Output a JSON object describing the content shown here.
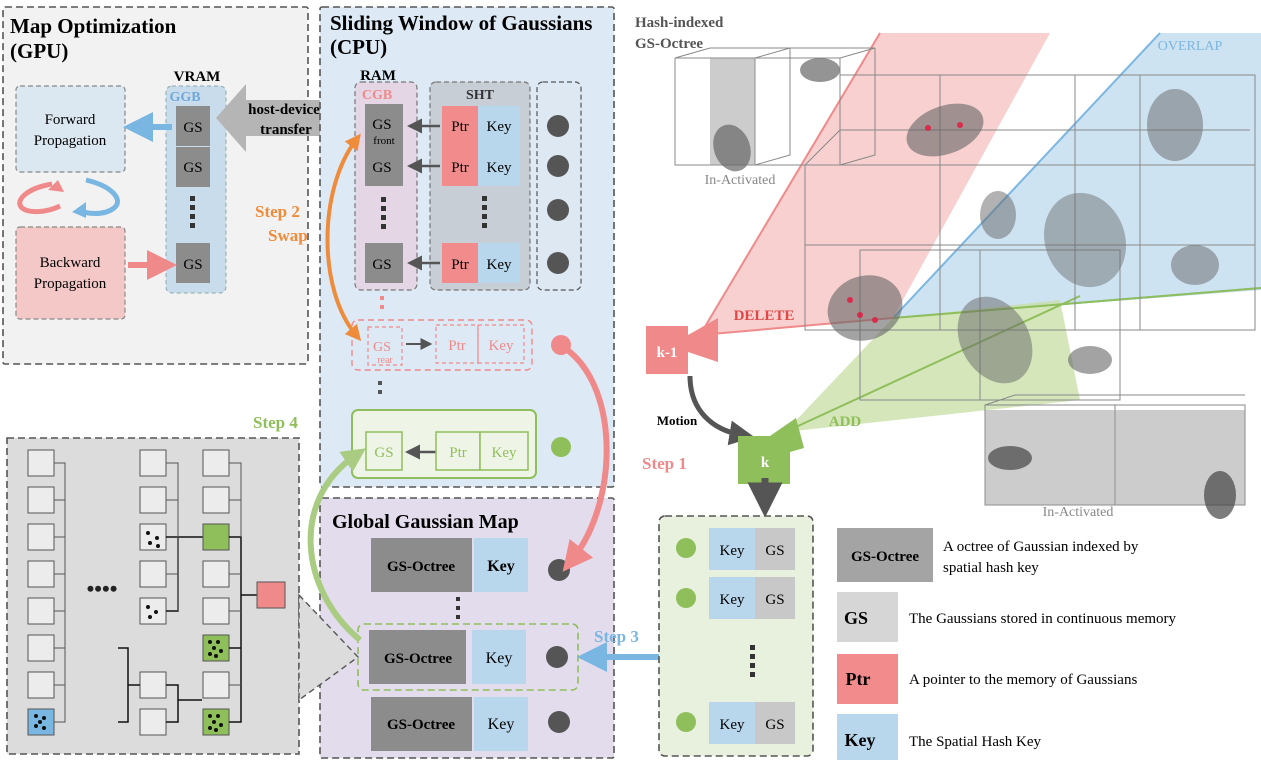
{
  "map_opt": {
    "title_line1": "Map Optimization",
    "title_line2": "(GPU)",
    "vram": "VRAM",
    "ggb": "GGB",
    "forward_line1": "Forward",
    "forward_line2": "Propagation",
    "backward_line1": "Backward",
    "backward_line2": "Propagation",
    "gs": "GS"
  },
  "host_transfer": {
    "line1": "host-device",
    "line2": "transfer"
  },
  "sliding": {
    "title_line1": "Sliding Window of Gaussians",
    "title_line2": "(CPU)",
    "ram": "RAM",
    "cgb": "CGB",
    "sht": "SHT",
    "gs": "GS",
    "gs_front_sub": "front",
    "gs_rear_sub": "rear",
    "ptr": "Ptr",
    "key": "Key"
  },
  "steps": {
    "step1": "Step 1",
    "step2_line1": "Step 2",
    "step2_line2": "Swap",
    "step3": "Step 3",
    "step4": "Step 4"
  },
  "global_map": {
    "title": "Global Gaussian Map",
    "octree": "GS-Octree",
    "key": "Key"
  },
  "octree_view": {
    "title_line1": "Hash-indexed",
    "title_line2": "GS-Octree",
    "overlap": "OVERLAP",
    "inactivated": "In-Activated",
    "delete": "DELETE",
    "add": "ADD",
    "motion": "Motion",
    "frame_prev": "k-1",
    "frame_cur": "k"
  },
  "new_list": {
    "key": "Key",
    "gs": "GS"
  },
  "legend": [
    {
      "symbol": "GS-Octree",
      "desc_line1": "A octree of Gaussian indexed by",
      "desc_line2": "spatial hash key",
      "color": "#a4a4a4"
    },
    {
      "symbol": "GS",
      "desc_line1": "The Gaussians stored in continuous memory",
      "desc_line2": "",
      "color": "#d6d6d6"
    },
    {
      "symbol": "Ptr",
      "desc_line1": "A pointer to the memory of Gaussians",
      "desc_line2": "",
      "color": "#f28b8b"
    },
    {
      "symbol": "Key",
      "desc_line1": "The Spatial Hash Key",
      "desc_line2": "",
      "color": "#b9d7ec"
    }
  ],
  "tree_dots": "••••",
  "colors": {
    "blue": "#7ab6e2",
    "red": "#f08a8a",
    "green": "#8fbf5a",
    "orange": "#ef8c3c",
    "dark": "#555555"
  }
}
